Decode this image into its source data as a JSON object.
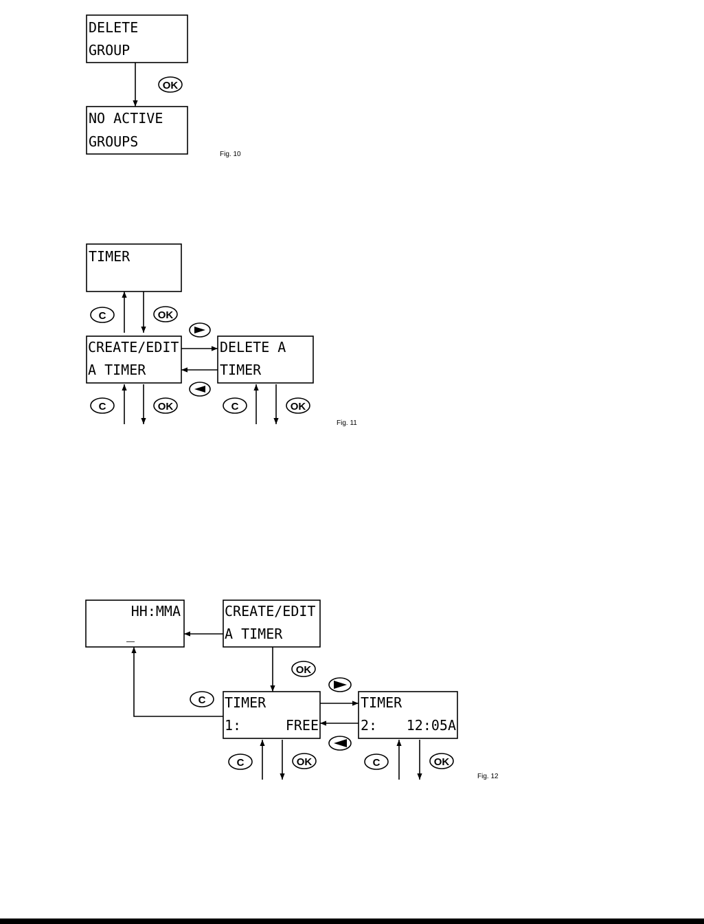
{
  "fig10": {
    "caption": "Fig. 10",
    "screen_delete_group": {
      "line1": "DELETE",
      "line2": "GROUP"
    },
    "screen_no_active_groups": {
      "line1": "NO ACTIVE",
      "line2": "GROUPS"
    },
    "ok_button": "OK"
  },
  "fig11": {
    "caption": "Fig. 11",
    "screen_timer": {
      "line1": "TIMER",
      "line2": ""
    },
    "screen_create_edit": {
      "line1": "CREATE/EDIT",
      "line2": "A TIMER"
    },
    "screen_delete_timer": {
      "line1": "DELETE A",
      "line2": "TIMER"
    },
    "c_button": "C",
    "ok_button": "OK"
  },
  "fig12": {
    "caption": "Fig. 12",
    "screen_time_entry": {
      "line1": "HH:MMA",
      "line2": "_"
    },
    "screen_create_edit": {
      "line1": "CREATE/EDIT",
      "line2": "A TIMER"
    },
    "screen_timer1": {
      "line1": "TIMER",
      "slot": "1:",
      "status": "FREE"
    },
    "screen_timer2": {
      "line1": "TIMER",
      "slot": "2:",
      "status": "12:05A"
    },
    "c_button": "C",
    "ok_button": "OK"
  }
}
